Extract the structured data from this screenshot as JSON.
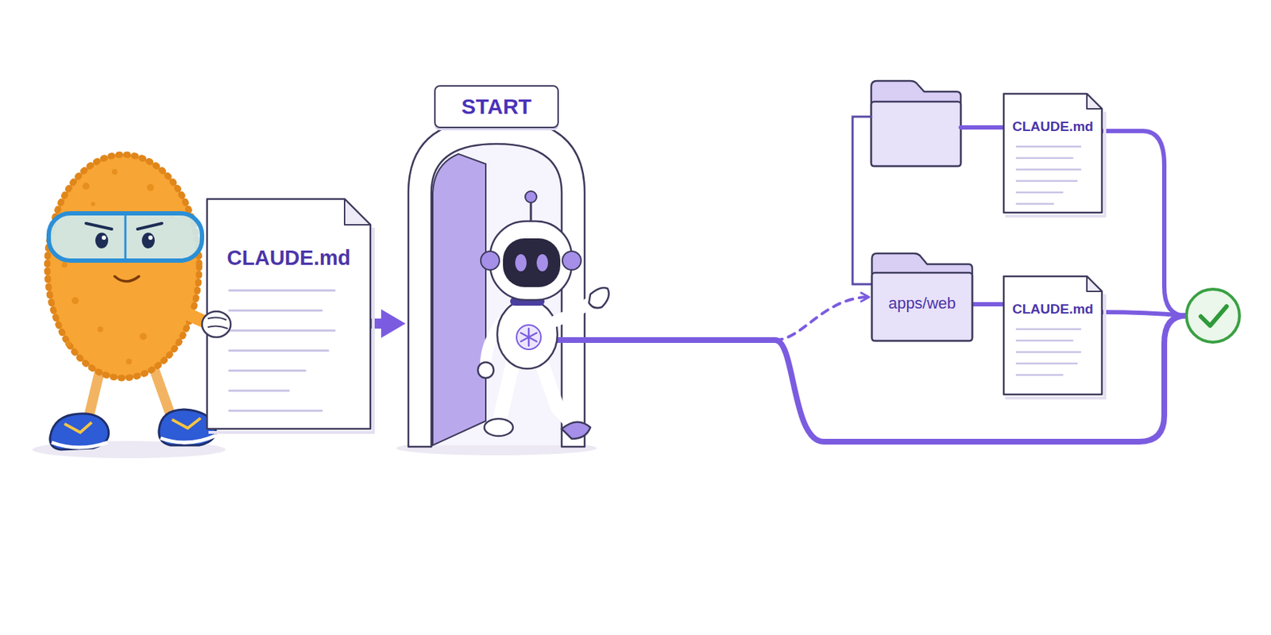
{
  "diagram": {
    "nodes": [
      {
        "text": [
          "CLAUDE.md"
        ]
      },
      {
        "text": [
          "START"
        ]
      },
      {
        "text": [
          "CLAUDE.md"
        ]
      },
      {
        "text": [
          "apps/web"
        ]
      },
      {
        "text": [
          "CLAUDE.md"
        ]
      }
    ],
    "edges": [
      {
        "from": 0,
        "to": 1,
        "arrow": "to"
      },
      {
        "from": 1,
        "to": 3,
        "arrow": "to"
      },
      {
        "from": 3,
        "to": 4,
        "arrow": "none"
      }
    ]
  }
}
